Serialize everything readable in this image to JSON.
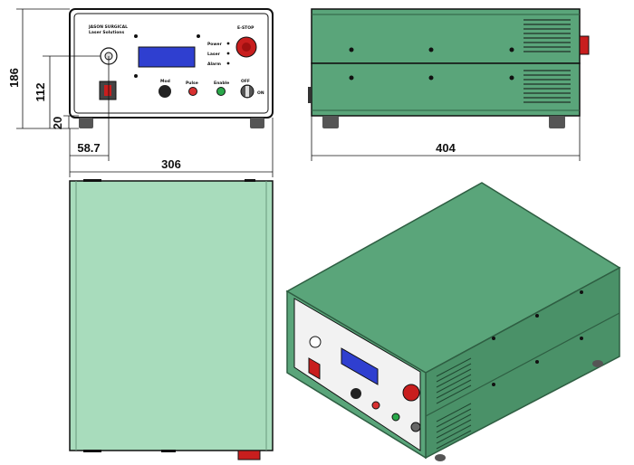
{
  "dimensions": {
    "height_total": "186",
    "height_aperture": "112",
    "foot_height": "20",
    "aperture_offset": "58.7",
    "front_width": "306",
    "side_depth": "404"
  },
  "front_panel": {
    "brand_line1": "JASON SURGICAL",
    "brand_line2": "Laser Solutions",
    "estop_label": "E-STOP",
    "power_label": "Power",
    "laser_label": "Laser",
    "alarm_label": "Alarm",
    "mode_label": "Mod",
    "pulse_label": "Pulse",
    "enable_label": "Enable",
    "key_label": "OFF",
    "key_on_label": "ON"
  },
  "colors": {
    "case_green": "#5aa57a",
    "case_green_dark": "#3f7f5a",
    "case_green_light": "#a8dcbc",
    "panel_bg": "#f2f2f2",
    "lcd_blue": "#2f3fd0",
    "estop_red": "#c81e1e"
  }
}
